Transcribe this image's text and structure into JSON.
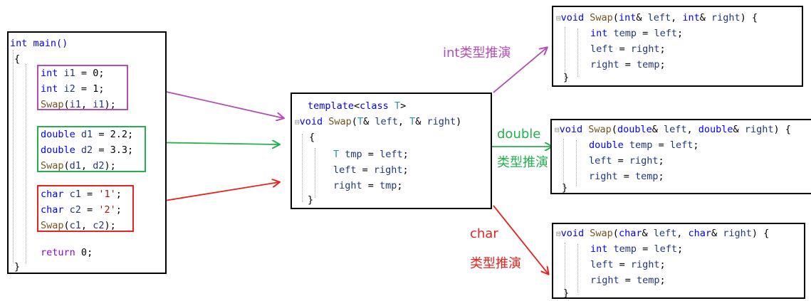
{
  "main_box": {
    "lines": {
      "l1": "int main()",
      "l2": "{",
      "g1": [
        "int i1 = 0;",
        "int i2 = 1;",
        "Swap(i1, i1);"
      ],
      "g2": [
        "double d1 = 2.2;",
        "double d2 = 3.3;",
        "Swap(d1, d2);"
      ],
      "g3": [
        "char c1 = '1';",
        "char c2 = '2';",
        "Swap(c1, c2);"
      ],
      "ret": "return 0;",
      "end": "}"
    }
  },
  "template_box": {
    "line1": "template<class T>",
    "line2": "void Swap(T& left, T& right)",
    "line3": "{",
    "line4": "T tmp = left;",
    "line5": "left = right;",
    "line6": "right = tmp;",
    "line7": "}"
  },
  "int_box": {
    "line1": "void Swap(int& left, int& right) {",
    "line2": "int temp = left;",
    "line3": "left = right;",
    "line4": "right = temp;",
    "line5": "}"
  },
  "double_box": {
    "line1": "void Swap(double& left, double& right) {",
    "line2": "double temp = left;",
    "line3": "left = right;",
    "line4": "right = temp;",
    "line5": "}"
  },
  "char_box": {
    "line1": "void Swap(char& left, char& right) {",
    "line2": "int temp = left;",
    "line3": "left = right;",
    "line4": "right = temp;",
    "line5": "}"
  },
  "labels": {
    "int_label": "int类型推演",
    "double_label_1": "double",
    "double_label_2": "类型推演",
    "char_label_1": "char",
    "char_label_2": "类型推演"
  },
  "colors": {
    "purple": "#b44db4",
    "green": "#22b14c",
    "red": "#e8221e"
  }
}
